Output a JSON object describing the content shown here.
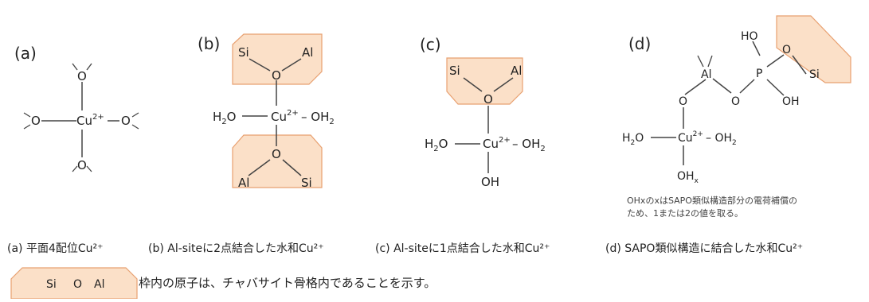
{
  "panels": {
    "a": {
      "label": "(a)",
      "caption": "(a) 平面4配位Cu²⁺"
    },
    "b": {
      "label": "(b)",
      "caption": "(b) Al-siteに2点結合した水和Cu²⁺"
    },
    "c": {
      "label": "(c)",
      "caption": "(c) Al-siteに1点結合した水和Cu²⁺"
    },
    "d": {
      "label": "(d)",
      "caption": "(d) SAPO類似構造に結合した水和Cu²⁺"
    }
  },
  "atoms": {
    "O": "O",
    "Si": "Si",
    "Al": "Al",
    "P": "P",
    "Cu": "Cu",
    "cu_charge": "2+",
    "H2O": "H",
    "H2O_sub": "2",
    "H2O_O": "O",
    "OH2": "– OH",
    "OH2_sub": "2",
    "OH": "OH",
    "HO": "HO",
    "OHx": "OH",
    "OHx_sub": "x"
  },
  "note": {
    "line1": "OHxのxはSAPO類似構造部分の電荷補償の",
    "line2": "ため、1または2の値を取る。"
  },
  "legend": {
    "atoms": [
      "Si",
      "O",
      "Al"
    ],
    "text": "枠内の原子は、チャバサイト骨格内であることを示す。"
  },
  "colors": {
    "box_fill": "#fbe0c8",
    "box_stroke": "#e8a070",
    "line": "#444444"
  }
}
